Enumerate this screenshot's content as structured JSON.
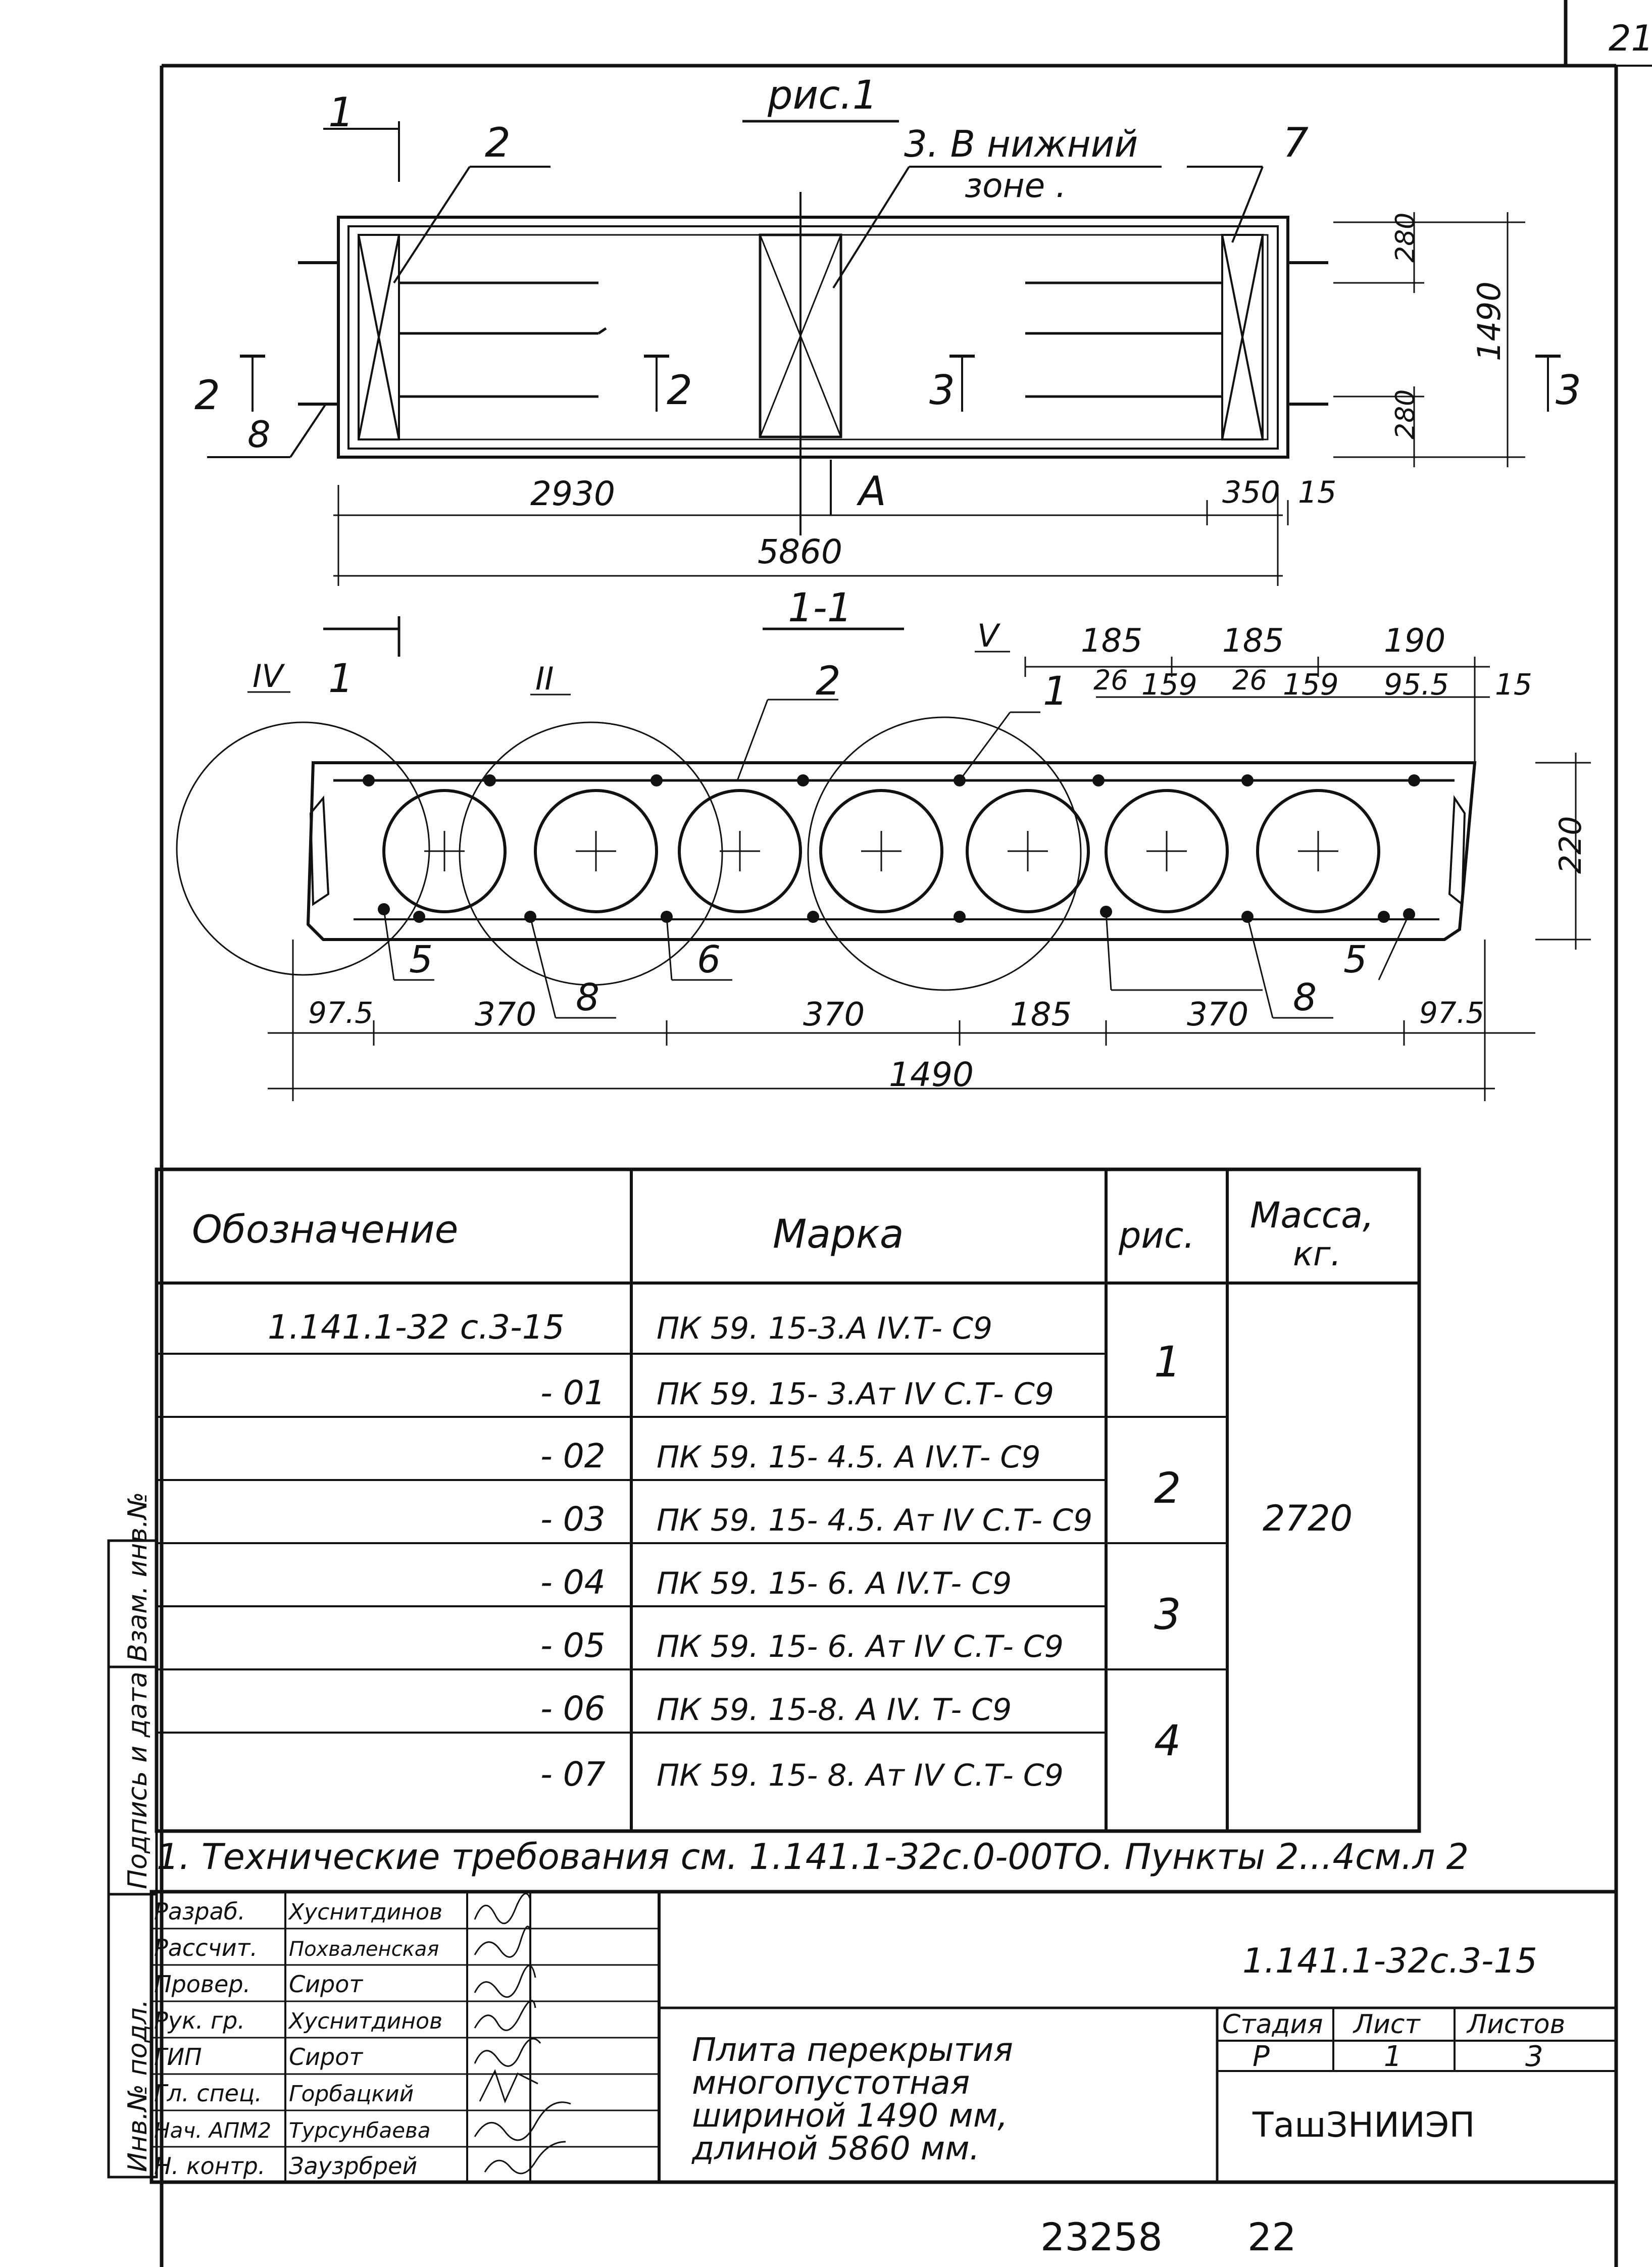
{
  "sheet_number": "21",
  "figure": {
    "title": "рис.1",
    "callouts": [
      "1",
      "2",
      "3. В нижний",
      "зоне .",
      "7",
      "2",
      "8",
      "2",
      "3",
      "3",
      "A"
    ],
    "dims": {
      "d280a": "280",
      "d280b": "280",
      "d1490": "1490",
      "d2930": "2930",
      "d5860": "5860",
      "d350": "350",
      "d15": "15"
    }
  },
  "section": {
    "title": "1-1",
    "callouts": [
      "IV",
      "1",
      "II",
      "2",
      "V",
      "1",
      "5",
      "8",
      "6",
      "8",
      "5"
    ],
    "top_dims": [
      "185",
      "185",
      "190",
      "26",
      "159",
      "26",
      "159",
      "95.5",
      "15"
    ],
    "bottom_dims": [
      "97.5",
      "370",
      "370",
      "185",
      "370",
      "97.5"
    ],
    "total": "1490",
    "height": "220"
  },
  "table": {
    "headers": {
      "designation": "Обозначение",
      "mark": "Марка",
      "fig": "рис.",
      "mass": "Масса,",
      "mass_unit": "кг."
    },
    "rows": [
      {
        "designation": "1.141.1-32 с.3-15",
        "mark": "ПК 59. 15-3.А IV.Т- С9"
      },
      {
        "designation": "- 01",
        "mark": "ПК 59. 15- 3.Ат IV С.Т- С9"
      },
      {
        "designation": "- 02",
        "mark": "ПК 59. 15- 4.5. А IV.Т- С9"
      },
      {
        "designation": "- 03",
        "mark": "ПК 59. 15- 4.5. Ат IV С.Т- С9"
      },
      {
        "designation": "- 04",
        "mark": "ПК 59. 15- 6. А IV.Т- С9"
      },
      {
        "designation": "- 05",
        "mark": "ПК 59. 15- 6. Ат IV С.Т- С9"
      },
      {
        "designation": "- 06",
        "mark": "ПК 59. 15-8. А IV. Т- С9"
      },
      {
        "designation": "- 07",
        "mark": "ПК 59. 15- 8. Ат IV С.Т- С9"
      }
    ],
    "figs": [
      "1",
      "2",
      "3",
      "4"
    ],
    "mass": "2720"
  },
  "note": "1. Технические требования см. 1.141.1-32с.0-00ТО. Пункты 2...4см.л 2",
  "side_labels": [
    "Взам. инв.№",
    "Подпись и дата",
    "Инв.№ подл."
  ],
  "stamp": {
    "code": "1.141.1-32с.3-15",
    "roles": [
      {
        "role": "Разраб.",
        "name": "Хуснитдинов"
      },
      {
        "role": "Рассчит.",
        "name": "Похваленская"
      },
      {
        "role": "Провер.",
        "name": "Сирот"
      },
      {
        "role": "Рук. гр.",
        "name": "Хуснитдинов"
      },
      {
        "role": "ГИП",
        "name": "Сирот"
      },
      {
        "role": "Гл. спец.",
        "name": "Горбацкий"
      },
      {
        "role": "Нач. АПМ2",
        "name": "Турсунбаева"
      },
      {
        "role": "Н. контр.",
        "name": "Заузрбрей"
      }
    ],
    "title_lines": [
      "Плита перекрытия",
      "многопустотная",
      "шириной 1490 мм,",
      "длиной 5860 мм."
    ],
    "stage_label": "Стадия",
    "sheet_label": "Лист",
    "sheets_label": "Листов",
    "stage": "Р",
    "sheet": "1",
    "sheets": "3",
    "org": "ТашЗНИИЭП"
  },
  "footer": {
    "number": "23258",
    "page": "22"
  }
}
